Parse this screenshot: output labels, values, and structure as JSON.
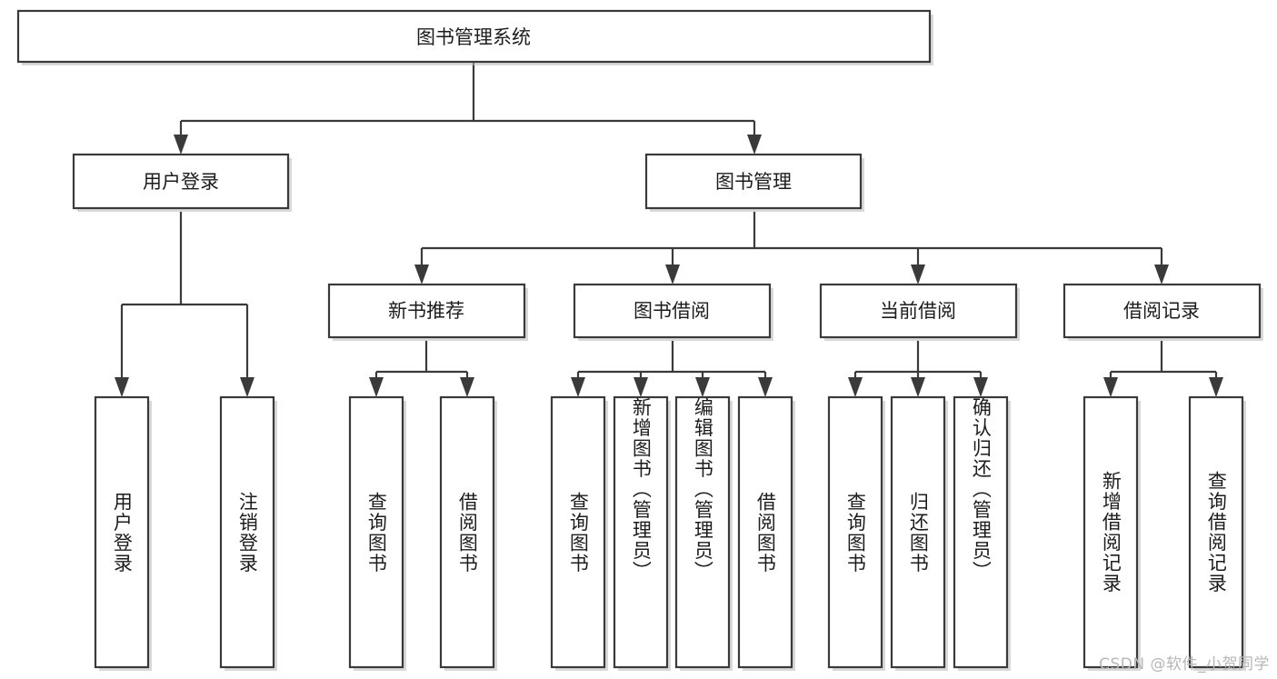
{
  "diagram": {
    "type": "tree",
    "orientation": "top-down",
    "root": {
      "id": "root",
      "label": "图书管理系统"
    },
    "level2": [
      {
        "id": "user-login",
        "label": "用户登录"
      },
      {
        "id": "book-manage",
        "label": "图书管理"
      }
    ],
    "level3": [
      {
        "id": "new-book-recommend",
        "label": "新书推荐",
        "parent": "book-manage"
      },
      {
        "id": "book-borrow",
        "label": "图书借阅",
        "parent": "book-manage"
      },
      {
        "id": "current-borrow",
        "label": "当前借阅",
        "parent": "book-manage"
      },
      {
        "id": "borrow-record",
        "label": "借阅记录",
        "parent": "book-manage"
      }
    ],
    "leaves": [
      {
        "id": "leaf-user-login",
        "label": "用户登录",
        "parent": "user-login"
      },
      {
        "id": "leaf-logout",
        "label": "注销登录",
        "parent": "user-login"
      },
      {
        "id": "leaf-query-book-1",
        "label": "查询图书",
        "parent": "new-book-recommend"
      },
      {
        "id": "leaf-borrow-book-1",
        "label": "借阅图书",
        "parent": "new-book-recommend"
      },
      {
        "id": "leaf-query-book-2",
        "label": "查询图书",
        "parent": "book-borrow"
      },
      {
        "id": "leaf-add-book",
        "label": "新增图书（管理员）",
        "parent": "book-borrow"
      },
      {
        "id": "leaf-edit-book",
        "label": "编辑图书（管理员）",
        "parent": "book-borrow"
      },
      {
        "id": "leaf-borrow-book-2",
        "label": "借阅图书",
        "parent": "book-borrow"
      },
      {
        "id": "leaf-query-book-3",
        "label": "查询图书",
        "parent": "current-borrow"
      },
      {
        "id": "leaf-return-book",
        "label": "归还图书",
        "parent": "current-borrow"
      },
      {
        "id": "leaf-confirm-return",
        "label": "确认归还（管理员）",
        "parent": "current-borrow"
      },
      {
        "id": "leaf-add-record",
        "label": "新增借阅记录",
        "parent": "borrow-record"
      },
      {
        "id": "leaf-query-record",
        "label": "查询借阅记录",
        "parent": "borrow-record"
      }
    ]
  },
  "watermark": {
    "text": "CSDN @软件_小贺同学"
  },
  "colors": {
    "box_border": "#3a3a3a",
    "box_fill": "#ffffff",
    "text": "#1c1c1c",
    "connector": "#3a3a3a",
    "watermark": "#b7b7b7",
    "canvas": "#ffffff"
  }
}
